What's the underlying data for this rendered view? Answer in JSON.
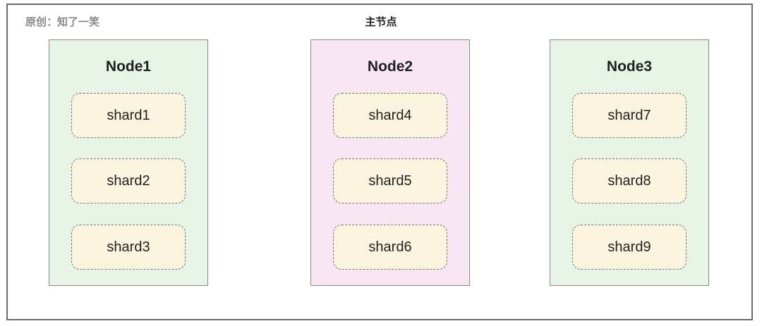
{
  "credit": "原创：知了一笑",
  "title": "主节点",
  "nodes": [
    {
      "label": "Node1",
      "color": "#e6f5e6",
      "shards": [
        "shard1",
        "shard2",
        "shard3"
      ]
    },
    {
      "label": "Node2",
      "color": "#f8e6f3",
      "shards": [
        "shard4",
        "shard5",
        "shard6"
      ]
    },
    {
      "label": "Node3",
      "color": "#e6f5e6",
      "shards": [
        "shard7",
        "shard8",
        "shard9"
      ]
    }
  ],
  "colors": {
    "frame_border": "#6b6b6b",
    "node_border": "#8a8a8a",
    "shard_fill": "#fbf4df",
    "shard_border": "#777777"
  }
}
